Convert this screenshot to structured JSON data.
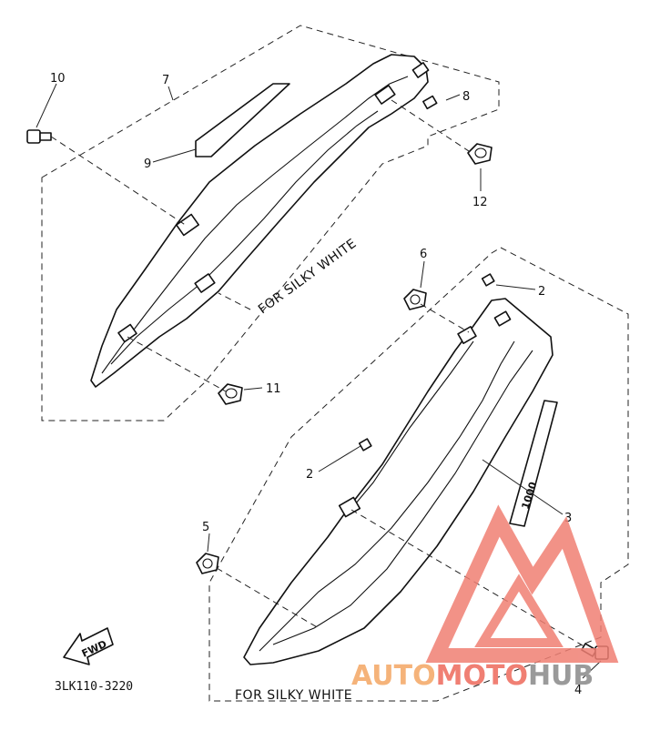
{
  "callouts": {
    "c10": "10",
    "c7": "7",
    "c8": "8",
    "c9": "9",
    "c12": "12",
    "c11": "11",
    "c6": "6",
    "c2a": "2",
    "c2b": "2",
    "c3": "3",
    "c5": "5",
    "c4": "4"
  },
  "notes": {
    "upper": "FOR SILKY WHITE",
    "lower": "FOR SILKY WHITE"
  },
  "fwd_badge": "FWD",
  "drawing_code": "3LK110-3220",
  "emblem_text": "1000",
  "watermark": {
    "part1": "AUTO",
    "part2": "MOTO",
    "part3": "HUB",
    "color_auto": "#f5b37a",
    "color_moto": "#f07f73",
    "color_hub": "#9a9a9a",
    "logo_color": "#f07f73"
  }
}
